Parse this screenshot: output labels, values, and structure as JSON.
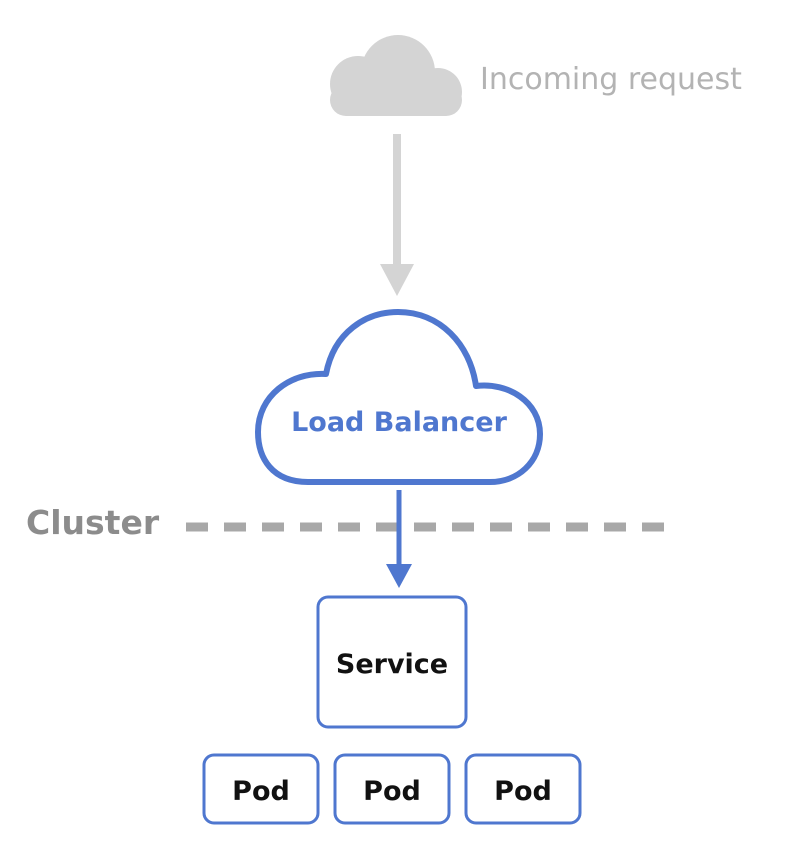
{
  "incoming": {
    "label": "Incoming request"
  },
  "load_balancer": {
    "label": "Load Balancer"
  },
  "cluster": {
    "label": "Cluster"
  },
  "service": {
    "label": "Service"
  },
  "pods": [
    {
      "label": "Pod"
    },
    {
      "label": "Pod"
    },
    {
      "label": "Pod"
    }
  ],
  "colors": {
    "accent_blue": "#4f77cf",
    "muted_gray": "#d4d4d4",
    "label_gray": "#b3b3b3",
    "cluster_gray": "#8c8c8c",
    "dash_gray": "#a8a8a8",
    "text_dark": "#111111"
  }
}
